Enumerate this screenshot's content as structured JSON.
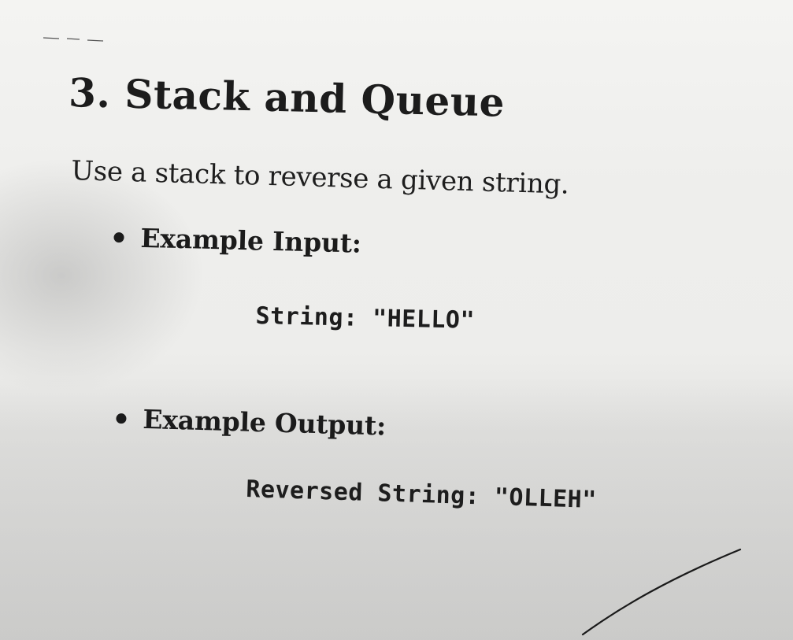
{
  "section": {
    "number": "3.",
    "title": "Stack and Queue"
  },
  "instruction": "Use a stack to reverse a given string.",
  "examples": [
    {
      "label": "Example Input:",
      "code": "String: \"HELLO\""
    },
    {
      "label": "Example Output:",
      "code": "Reversed String: \"OLLEH\""
    }
  ]
}
